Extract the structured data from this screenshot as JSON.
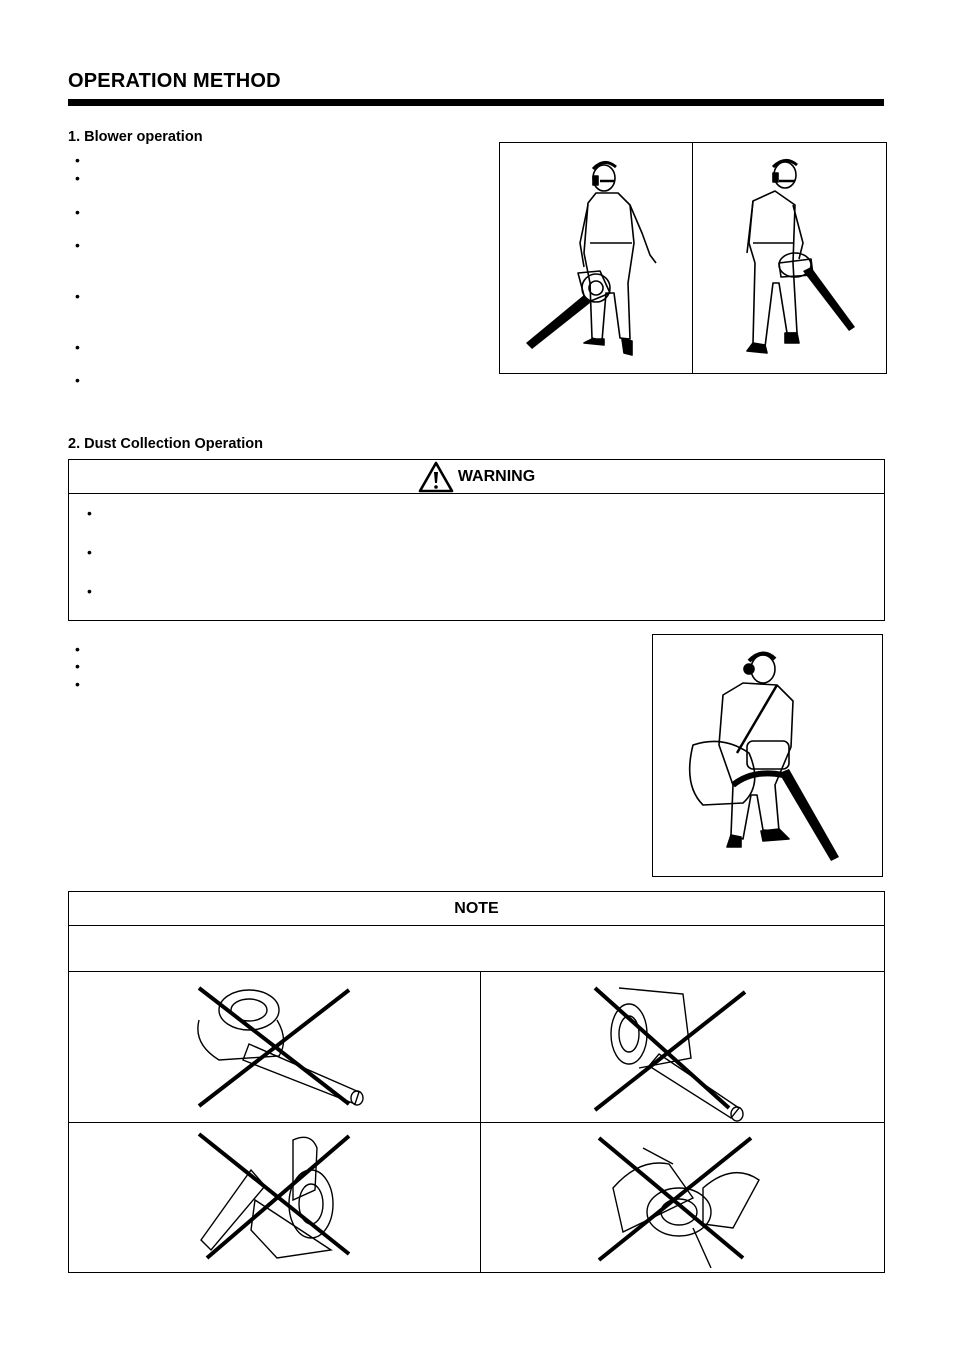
{
  "header": {
    "title": "OPERATION METHOD"
  },
  "section1": {
    "heading": "1. Blower operation",
    "bullets": [
      "•",
      "•",
      "•",
      "•",
      "•",
      "•",
      "•"
    ]
  },
  "section2": {
    "heading": "2. Dust Collection Operation",
    "warning": {
      "label": "WARNING",
      "bullets": [
        "•",
        "•",
        "•"
      ]
    },
    "bullets": [
      "•",
      "•",
      "•"
    ]
  },
  "note": {
    "label": "NOTE"
  }
}
